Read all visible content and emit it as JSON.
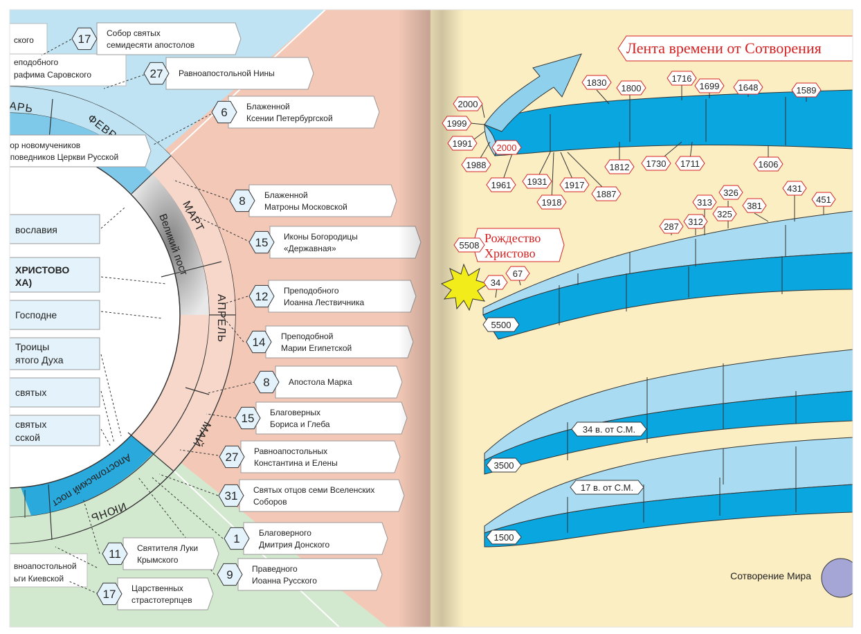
{
  "left_page": {
    "months": [
      "АРЬ",
      "ФЕВРАЛЬ",
      "МАРТ",
      "АПРЕЛЬ",
      "МАЙ",
      "ИЮНЬ"
    ],
    "fasts": [
      "Великий пост",
      "Апостольский пост"
    ],
    "left_items": [
      "ского",
      "еподобного",
      "рафима Саровского",
      "вославия",
      "ХРИСТОВО",
      "ХА)",
      "Господне",
      "Троицы",
      "ятого Духа",
      "святых",
      "святых",
      "сской",
      "вноапостольной",
      "ьги Киевской"
    ],
    "feasts": [
      {
        "num": "17",
        "line1": "Собор святых",
        "line2": "семидесяти апостолов"
      },
      {
        "num": "27",
        "line1": "Равноапостольной Нины",
        "line2": ""
      },
      {
        "num": "6",
        "line1": "Блаженной",
        "line2": "Ксении Петербургской"
      },
      {
        "num": "",
        "line1": "Собор новомучеников",
        "line2": "и исповедников Церкви Русской"
      },
      {
        "num": "8",
        "line1": "Блаженной",
        "line2": "Матроны Московской"
      },
      {
        "num": "15",
        "line1": "Иконы Богородицы",
        "line2": "«Державная»"
      },
      {
        "num": "12",
        "line1": "Преподобного",
        "line2": "Иоанна Лествичника"
      },
      {
        "num": "14",
        "line1": "Преподобной",
        "line2": "Марии Египетской"
      },
      {
        "num": "8",
        "line1": "Апостола Марка",
        "line2": ""
      },
      {
        "num": "15",
        "line1": "Благоверных",
        "line2": "Бориса и Глеба"
      },
      {
        "num": "27",
        "line1": "Равноапостольных",
        "line2": "Константина и Елены"
      },
      {
        "num": "31",
        "line1": "Святых отцов семи Вселенских",
        "line2": "Соборов"
      },
      {
        "num": "1",
        "line1": "Благоверного",
        "line2": "Дмитрия Донского"
      },
      {
        "num": "9",
        "line1": "Праведного",
        "line2": "Иоанна Русского"
      },
      {
        "num": "11",
        "line1": "Святителя Луки",
        "line2": "Крымского"
      },
      {
        "num": "17",
        "line1": "Царственных",
        "line2": "страстотерпцев"
      }
    ]
  },
  "right_page": {
    "title": "Лента времени от Сотворения",
    "nativity": [
      "Рождество",
      "Христово"
    ],
    "creation_label": "Сотворение Мира",
    "years_top": [
      "2000",
      "1999",
      "1991",
      "1988",
      "2000",
      "1961",
      "1931",
      "1918",
      "1917",
      "1887",
      "1830",
      "1800",
      "1812",
      "1716",
      "1699",
      "1730",
      "1711",
      "1648",
      "1606",
      "1589"
    ],
    "years_mid": [
      "326",
      "313",
      "312",
      "287",
      "325",
      "381",
      "431",
      "451",
      "5508",
      "34",
      "67",
      "5500"
    ],
    "era_labels": [
      "34 в. от С.М.",
      "17 в. от С.М."
    ],
    "start_labels": [
      "3500",
      "1500"
    ]
  },
  "colors": {
    "spring_bg": "#f3c8b6",
    "winter_bg": "#bfe3f2",
    "summer_bg": "#d3e9cf",
    "ribbon_dark": "#0aa6df",
    "ribbon_light": "#a9dcf2",
    "page_right_bg": "#fbeec2",
    "accent_red": "#d42020",
    "lent_gray": "#9a9a9a"
  }
}
